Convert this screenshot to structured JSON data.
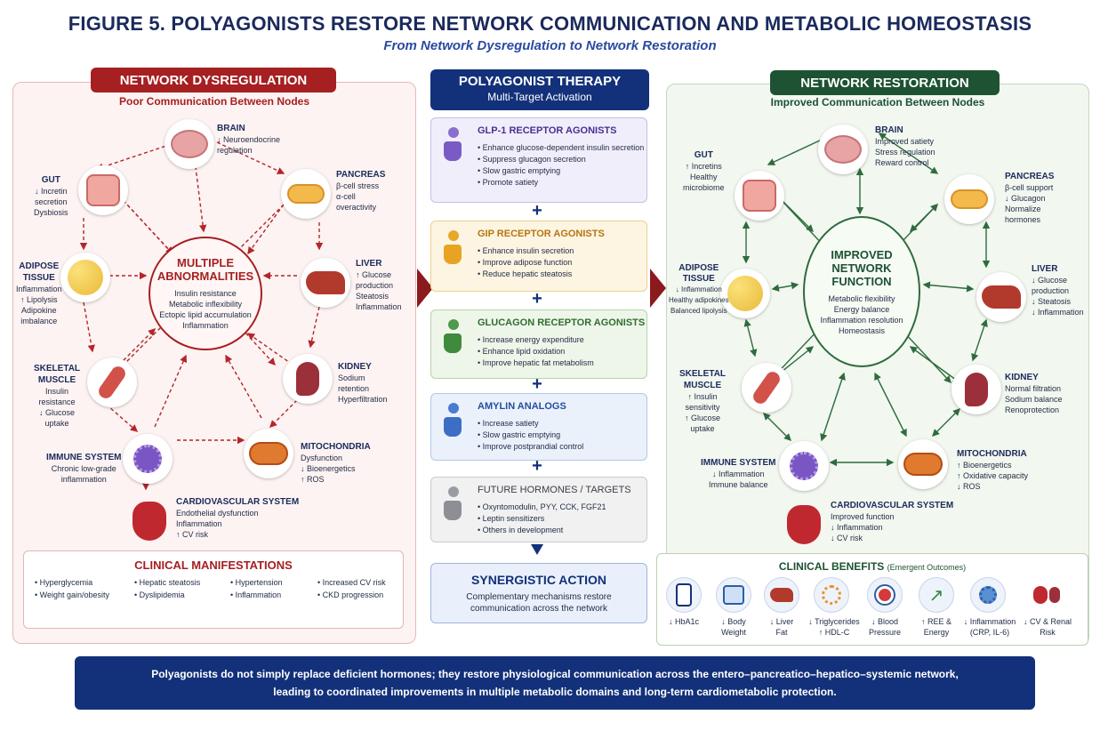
{
  "title": "FIGURE 5.  POLYAGONISTS RESTORE NETWORK COMMUNICATION AND METABOLIC HOMEOSTASIS",
  "subtitle": "From Network Dysregulation to Network Restoration",
  "left": {
    "header": "NETWORK DYSREGULATION",
    "subheader": "Poor Communication Between Nodes",
    "center_title_1": "MULTIPLE",
    "center_title_2": "ABNORMALITIES",
    "center_items": [
      "Insulin resistance",
      "Metabolic inflexibility",
      "Ectopic lipid accumulation",
      "Inflammation"
    ],
    "organs": {
      "brain": {
        "name": "BRAIN",
        "lines": [
          "↓ Neuroendocrine",
          "regulation"
        ]
      },
      "gut": {
        "name": "GUT",
        "lines": [
          "↓ Incretin",
          "secretion",
          "Dysbiosis"
        ]
      },
      "pancreas": {
        "name": "PANCREAS",
        "lines": [
          "β-cell stress",
          "α-cell",
          "overactivity"
        ]
      },
      "adipose": {
        "name": "ADIPOSE",
        "name2": "TISSUE",
        "lines": [
          "Inflammation",
          "↑ Lipolysis",
          "Adipokine",
          "imbalance"
        ]
      },
      "liver": {
        "name": "LIVER",
        "lines": [
          "↑ Glucose",
          "production",
          "Steatosis",
          "Inflammation"
        ]
      },
      "muscle": {
        "name": "SKELETAL",
        "name2": "MUSCLE",
        "lines": [
          "Insulin",
          "resistance",
          "↓ Glucose",
          "uptake"
        ]
      },
      "kidney": {
        "name": "KIDNEY",
        "lines": [
          "Sodium",
          "retention",
          "Hyperfiltration"
        ]
      },
      "immune": {
        "name": "IMMUNE SYSTEM",
        "lines": [
          "Chronic low-grade",
          "inflammation"
        ]
      },
      "mito": {
        "name": "MITOCHONDRIA",
        "lines": [
          "Dysfunction",
          "↓ Bioenergetics",
          "↑ ROS"
        ]
      },
      "cardio": {
        "name": "CARDIOVASCULAR SYSTEM",
        "lines": [
          "Endothelial dysfunction",
          "Inflammation",
          "↑ CV risk"
        ]
      }
    },
    "clinical": {
      "title": "CLINICAL MANIFESTATIONS",
      "items": [
        "Hyperglycemia",
        "Weight gain/obesity",
        "Hepatic steatosis",
        "Dyslipidemia",
        "Hypertension",
        "Inflammation",
        "Increased CV risk",
        "CKD progression"
      ]
    }
  },
  "center": {
    "header": "POLYAGONIST THERAPY",
    "subheader": "Multi-Target Activation",
    "cards": [
      {
        "title": "GLP-1 RECEPTOR AGONISTS",
        "items": [
          "Enhance glucose-dependent insulin secretion",
          "Suppress glucagon secretion",
          "Slow gastric emptying",
          "Promote satiety"
        ]
      },
      {
        "title": "GIP RECEPTOR AGONISTS",
        "items": [
          "Enhance insulin secretion",
          "Improve adipose function",
          "Reduce hepatic steatosis"
        ]
      },
      {
        "title": "GLUCAGON RECEPTOR AGONISTS",
        "items": [
          "Increase energy expenditure",
          "Enhance lipid oxidation",
          "Improve hepatic fat metabolism"
        ]
      },
      {
        "title": "AMYLIN ANALOGS",
        "items": [
          "Increase satiety",
          "Slow gastric emptying",
          "Improve postprandial control"
        ]
      },
      {
        "title": "FUTURE HORMONES / TARGETS",
        "items": [
          "Oxyntomodulin, PYY, CCK, FGF21",
          "Leptin sensitizers",
          "Others in development"
        ]
      }
    ],
    "plus": "+",
    "synergy_title": "SYNERGISTIC ACTION",
    "synergy_line1": "Complementary mechanisms restore",
    "synergy_line2": "communication across the network"
  },
  "right": {
    "header": "NETWORK RESTORATION",
    "subheader": "Improved Communication Between Nodes",
    "center_title_1": "IMPROVED",
    "center_title_2": "NETWORK FUNCTION",
    "center_items": [
      "Metabolic flexibility",
      "Energy balance",
      "Inflammation resolution",
      "Homeostasis"
    ],
    "organs": {
      "brain": {
        "name": "BRAIN",
        "lines": [
          "Improved satiety",
          "Stress regulation",
          "Reward control"
        ]
      },
      "gut": {
        "name": "GUT",
        "lines": [
          "↑ Incretins",
          "Healthy",
          "microbiome"
        ]
      },
      "pancreas": {
        "name": "PANCREAS",
        "lines": [
          "β-cell support",
          "↓ Glucagon",
          "Normalize",
          "hormones"
        ]
      },
      "adipose": {
        "name": "ADIPOSE",
        "name2": "TISSUE",
        "lines": [
          "↓ Inflammation",
          "Healthy adipokines",
          "Balanced lipolysis"
        ]
      },
      "liver": {
        "name": "LIVER",
        "lines": [
          "↓ Glucose",
          "production",
          "↓ Steatosis",
          "↓ Inflammation"
        ]
      },
      "muscle": {
        "name": "SKELETAL",
        "name2": "MUSCLE",
        "lines": [
          "↑ Insulin",
          "sensitivity",
          "↑ Glucose",
          "uptake"
        ]
      },
      "kidney": {
        "name": "KIDNEY",
        "lines": [
          "Normal filtration",
          "Sodium balance",
          "Renoprotection"
        ]
      },
      "immune": {
        "name": "IMMUNE SYSTEM",
        "lines": [
          "↓ Inflammation",
          "Immune balance"
        ]
      },
      "mito": {
        "name": "MITOCHONDRIA",
        "lines": [
          "↑ Bioenergetics",
          "↑ Oxidative capacity",
          "↓ ROS"
        ]
      },
      "cardio": {
        "name": "CARDIOVASCULAR SYSTEM",
        "lines": [
          "Improved function",
          "↓ Inflammation",
          "↓ CV risk"
        ]
      }
    },
    "benefits": {
      "title": "CLINICAL BENEFITS",
      "title_note": "(Emergent Outcomes)",
      "items": [
        {
          "l1": "↓ HbA1c",
          "l2": ""
        },
        {
          "l1": "↓ Body",
          "l2": "Weight"
        },
        {
          "l1": "↓ Liver",
          "l2": "Fat"
        },
        {
          "l1": "↓ Triglycerides",
          "l2": "↑ HDL-C"
        },
        {
          "l1": "↓ Blood",
          "l2": "Pressure"
        },
        {
          "l1": "↑ REE &",
          "l2": "Energy"
        },
        {
          "l1": "↓ Inflammation",
          "l2": "(CRP, IL-6)"
        },
        {
          "l1": "↓ CV & Renal",
          "l2": "Risk"
        }
      ]
    }
  },
  "footer_line1": "Polyagonists do not simply replace deficient hormones; they restore physiological communication across the entero–pancreatico–hepatico–systemic network,",
  "footer_line2": "leading to coordinated improvements in multiple metabolic domains and long-term cardiometabolic protection.",
  "colors": {
    "red": "#a61f21",
    "green": "#1d5233",
    "navy": "#13317a"
  }
}
